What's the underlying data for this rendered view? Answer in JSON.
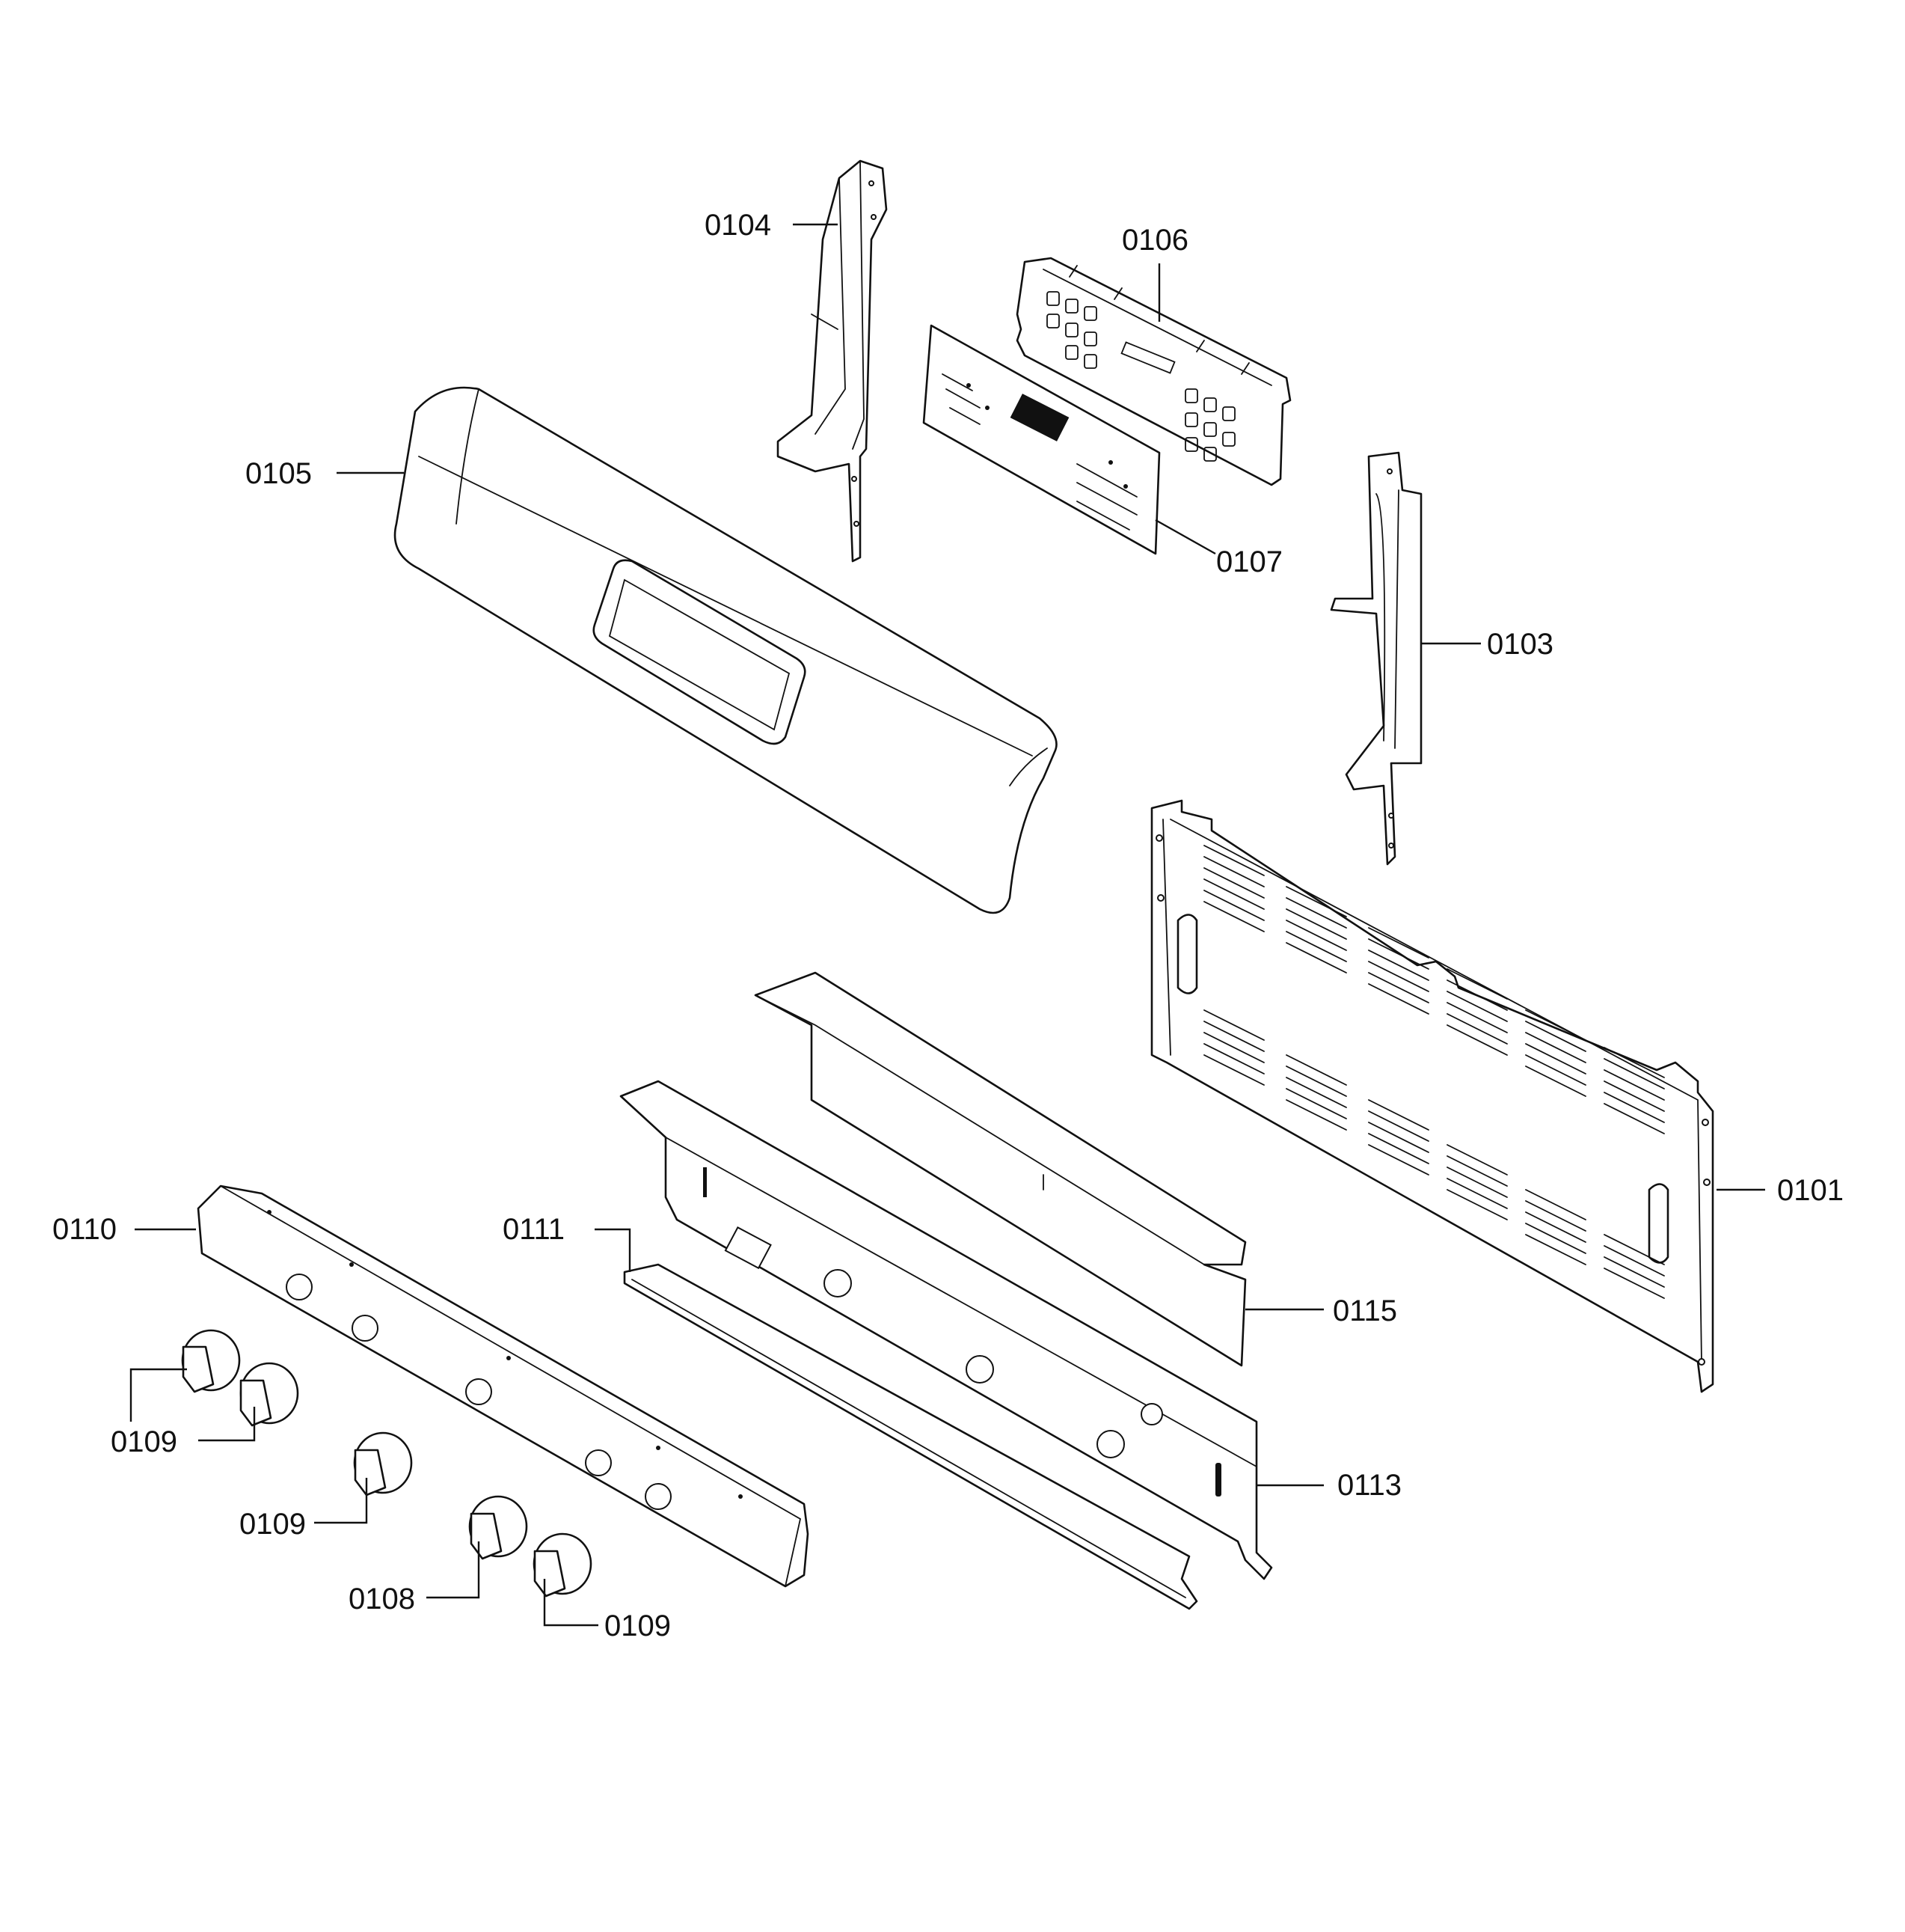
{
  "callouts": {
    "p0101": "0101",
    "p0103": "0103",
    "p0104": "0104",
    "p0105": "0105",
    "p0106": "0106",
    "p0107": "0107",
    "p0108": "0108",
    "p0109_a": "0109",
    "p0109_b": "0109",
    "p0109_c": "0109",
    "p0110": "0110",
    "p0111": "0111",
    "p0113": "0113",
    "p0115": "0115"
  },
  "colors": {
    "line": "#111111",
    "background": "#ffffff"
  }
}
